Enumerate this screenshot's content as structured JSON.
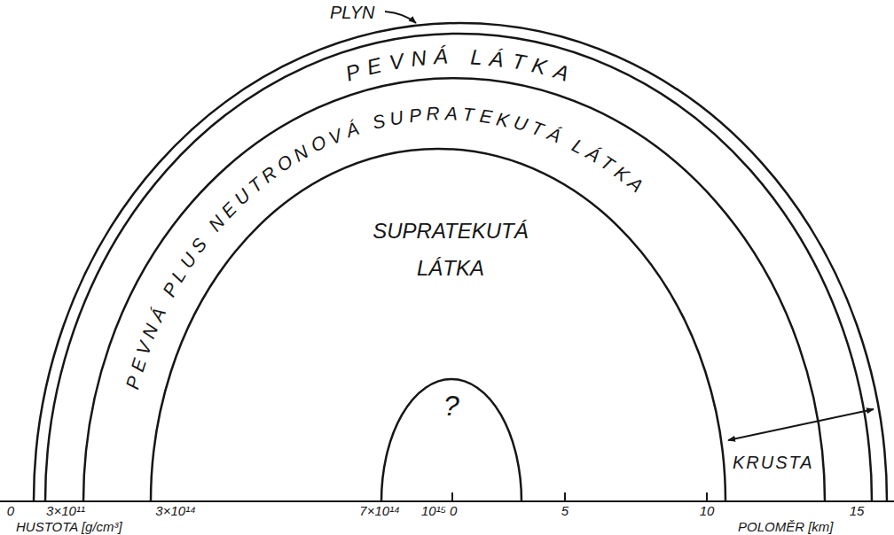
{
  "diagram": {
    "nodes": [
      {
        "text": [
          "PLYN"
        ]
      },
      {
        "text": [
          "PEVNÁ LÁTKA"
        ],
        "in": 0
      },
      {
        "text": [
          "PEVNÁ PLUS NEUTRONOVÁ SUPRATEKUTÁ LÁTKA"
        ],
        "in": 1
      },
      {
        "text": [
          "SUPRATEKUTÁ LÁTKA"
        ],
        "in": 2
      },
      {
        "text": [
          "?"
        ],
        "in": 3
      }
    ],
    "labels": [
      "0",
      "3×10¹¹",
      "3×10¹⁴",
      "7×10¹⁴",
      "10¹⁵",
      "0",
      "5",
      "10",
      "15",
      "KRUSTA",
      "HUSTOTA [g/cm³]",
      "POLOMĚR [km]"
    ]
  }
}
